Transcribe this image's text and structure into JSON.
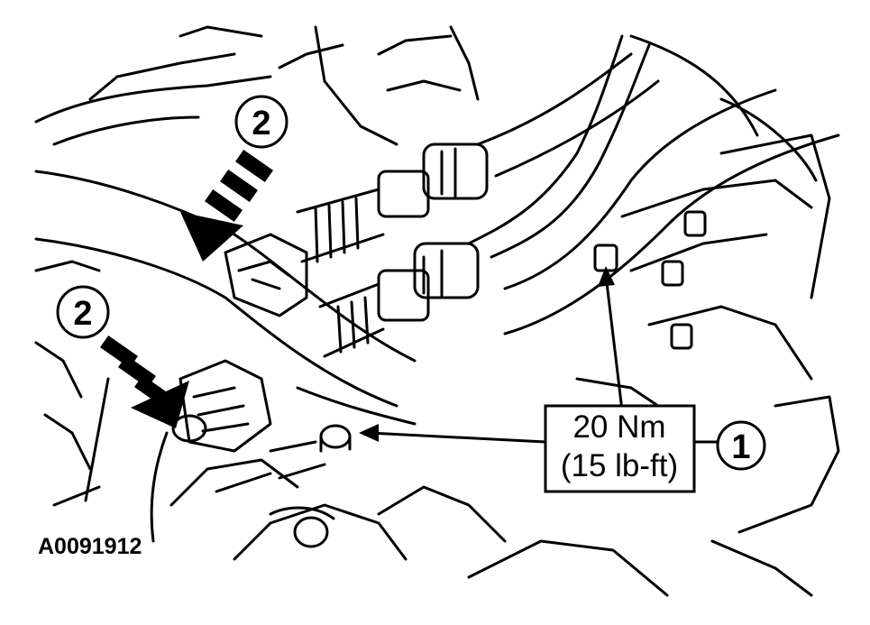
{
  "figure_id": "A0091912",
  "callouts": [
    {
      "id": "callout-1",
      "number": "1"
    },
    {
      "id": "callout-2-upper",
      "number": "2"
    },
    {
      "id": "callout-2-lower",
      "number": "2"
    }
  ],
  "torque_spec": {
    "metric": "20 Nm",
    "imperial": "(15 lb-ft)"
  },
  "colors": {
    "line": "#000000",
    "background": "#ffffff"
  }
}
